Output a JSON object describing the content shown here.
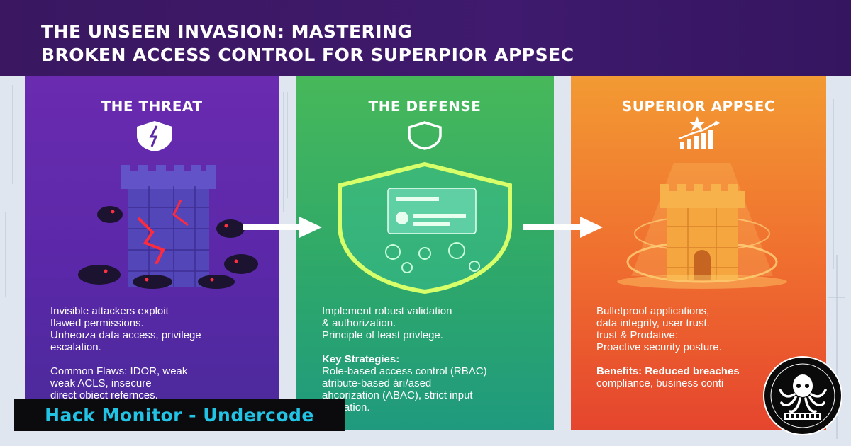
{
  "header": {
    "title_line1": "THE UNSEEN INVASION: MASTERING",
    "title_line2": "BROKEN ACCESS CONTROL FOR SUPERPIOR APPSEC"
  },
  "panels": [
    {
      "heading": "THE THREAT",
      "icon": "broken-shield-icon",
      "lines": [
        "Invisible attackers exploit",
        "flawed permissions.",
        "Unheoıza data access, privilege",
        "escalation.",
        "",
        "Common Flaws: IDOR, weak",
        "weak ACLS, insecure",
        "direct object refernces."
      ]
    },
    {
      "heading": "THE DEFENSE",
      "icon": "shield-icon",
      "lines": [
        "Implement robust validation",
        "& authorization.",
        "Principle of least privlege.",
        "",
        "Key Strategies:",
        "Role-based access control (RBAC)",
        "atribute-based árı/ased",
        "ahcorization (ABAC), strict input",
        "validation."
      ]
    },
    {
      "heading": "SUPERIOR APPSEC",
      "icon": "star-chart-icon",
      "lines": [
        "Bulletproof applications,",
        "data integrity, user trust.",
        "trust & Prodative:",
        "Proactive security posture.",
        "",
        "Benefits: Reduced breaches",
        "compliance, business conti"
      ]
    }
  ],
  "branding": {
    "label": "Hack Monitor - Undercode",
    "badge_icon": "octopus-logo-icon"
  },
  "colors": {
    "header_bg": "#3b176a",
    "threat": "#5f29ab",
    "defense": "#32a96c",
    "appsec": "#ee6a30",
    "brand_text": "#22c4e6"
  }
}
